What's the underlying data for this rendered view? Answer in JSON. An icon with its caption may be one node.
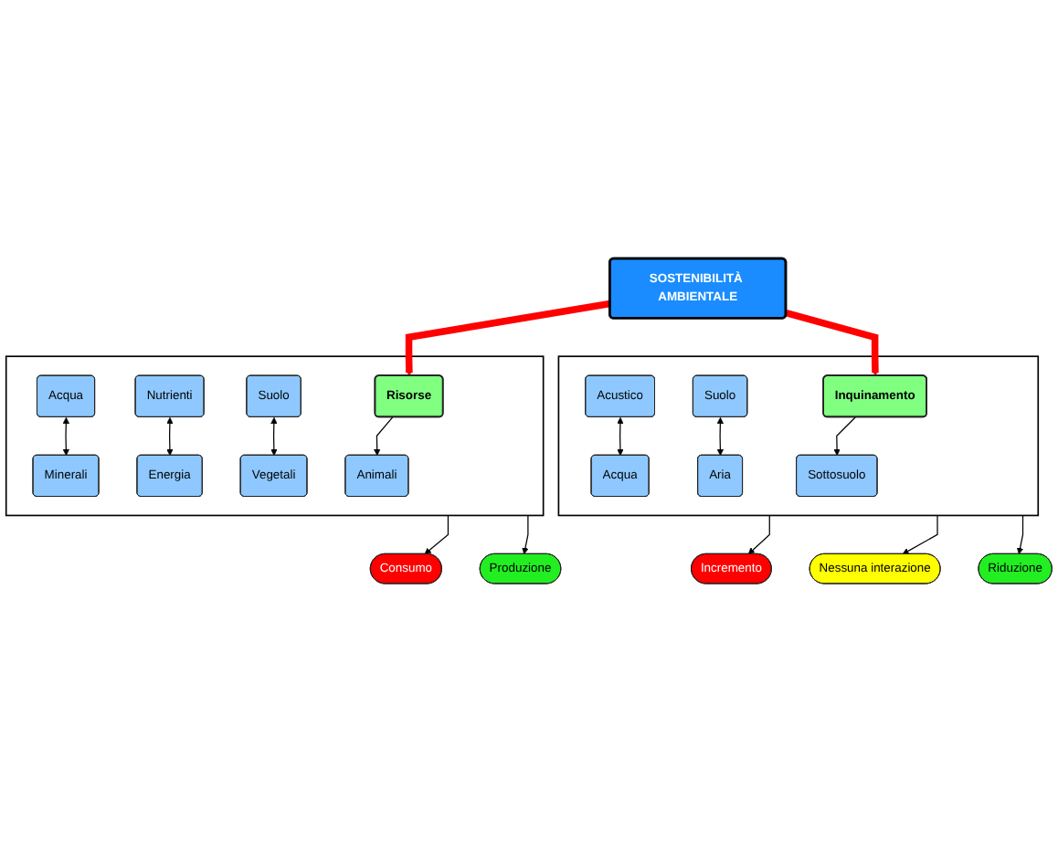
{
  "diagram": {
    "nodes": [
      {
        "text": [
          "SOSTENIBILITÀ AMBIENTALE"
        ]
      },
      {
        "text": [],
        "shape": "box"
      },
      {
        "text": [
          "Risorse"
        ],
        "in": 1
      },
      {
        "text": [
          "Acqua"
        ],
        "in": 1
      },
      {
        "text": [
          "Minerali"
        ],
        "in": 1
      },
      {
        "text": [
          "Nutrienti"
        ],
        "in": 1
      },
      {
        "text": [
          "Energia"
        ],
        "in": 1
      },
      {
        "text": [
          "Suolo"
        ],
        "in": 1
      },
      {
        "text": [
          "Vegetali"
        ],
        "in": 1
      },
      {
        "text": [
          "Animali"
        ],
        "in": 1
      },
      {
        "text": [],
        "shape": "box"
      },
      {
        "text": [
          "Inquinamento"
        ],
        "in": 10
      },
      {
        "text": [
          "Acustico"
        ],
        "in": 10
      },
      {
        "text": [
          "Acqua"
        ],
        "in": 10
      },
      {
        "text": [
          "Suolo"
        ],
        "in": 10
      },
      {
        "text": [
          "Aria"
        ],
        "in": 10
      },
      {
        "text": [
          "Sottosuolo"
        ],
        "in": 10
      },
      {
        "text": [
          "Consumo"
        ]
      },
      {
        "text": [
          "Produzione"
        ]
      },
      {
        "text": [
          "Incremento"
        ]
      },
      {
        "text": [
          "Nessuna interazione"
        ]
      },
      {
        "text": [
          "Riduzione"
        ]
      }
    ],
    "edges": [
      {
        "from": 0,
        "to": 2,
        "arrow": "to",
        "style": "thick",
        "color": "#ff0000"
      },
      {
        "from": 0,
        "to": 11,
        "arrow": "to",
        "style": "thick",
        "color": "#ff0000"
      },
      {
        "from": 2,
        "to": 9,
        "arrow": "to"
      },
      {
        "from": 3,
        "to": 4,
        "arrow": "both"
      },
      {
        "from": 5,
        "to": 6,
        "arrow": "both"
      },
      {
        "from": 7,
        "to": 8,
        "arrow": "both"
      },
      {
        "from": 11,
        "to": 16,
        "arrow": "to"
      },
      {
        "from": 12,
        "to": 13,
        "arrow": "both"
      },
      {
        "from": 14,
        "to": 15,
        "arrow": "both"
      },
      {
        "from": 1,
        "to": 17,
        "arrow": "to"
      },
      {
        "from": 1,
        "to": 18,
        "arrow": "to"
      },
      {
        "from": 10,
        "to": 19,
        "arrow": "to"
      },
      {
        "from": 10,
        "to": 20,
        "arrow": "to"
      },
      {
        "from": 10,
        "to": 21,
        "arrow": "to"
      }
    ]
  }
}
